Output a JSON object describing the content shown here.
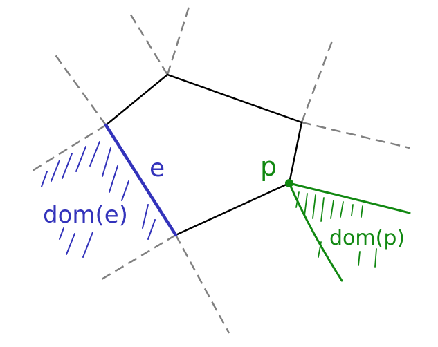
{
  "labels": {
    "edge_label": "e",
    "point_label": "p",
    "edge_domain": "dom(e)",
    "point_domain": "dom(p)"
  },
  "colors": {
    "polygon": "#000000",
    "dashed": "#808080",
    "edge": "#3333bb",
    "point": "#118811"
  }
}
